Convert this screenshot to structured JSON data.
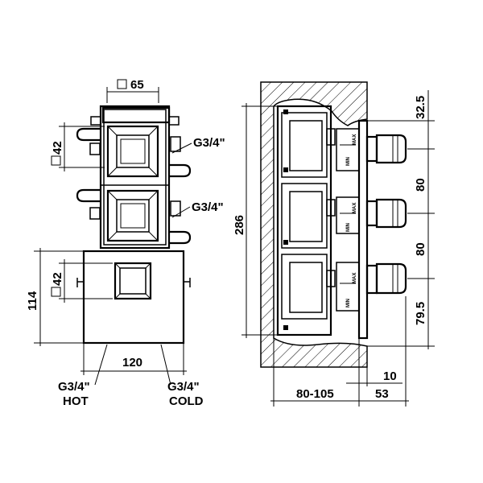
{
  "left_view": {
    "top_width": "65",
    "square_size_top": "42",
    "connection_upper": "G3/4\"",
    "connection_middle": "G3/4\"",
    "square_size_bottom": "42",
    "plate_height": "114",
    "plate_width": "120",
    "outlet_hot_size": "G3/4\"",
    "outlet_hot_label": "HOT",
    "outlet_cold_size": "G3/4\"",
    "outlet_cold_label": "COLD"
  },
  "right_view": {
    "total_height": "286",
    "spacing_top": "32.5",
    "spacing_1": "80",
    "spacing_2": "80",
    "spacing_bottom": "79.5",
    "wall_offset": "10",
    "depth_range": "80-105",
    "projection": "53",
    "valve_min_label": "MIN",
    "valve_max_label": "MAX"
  }
}
